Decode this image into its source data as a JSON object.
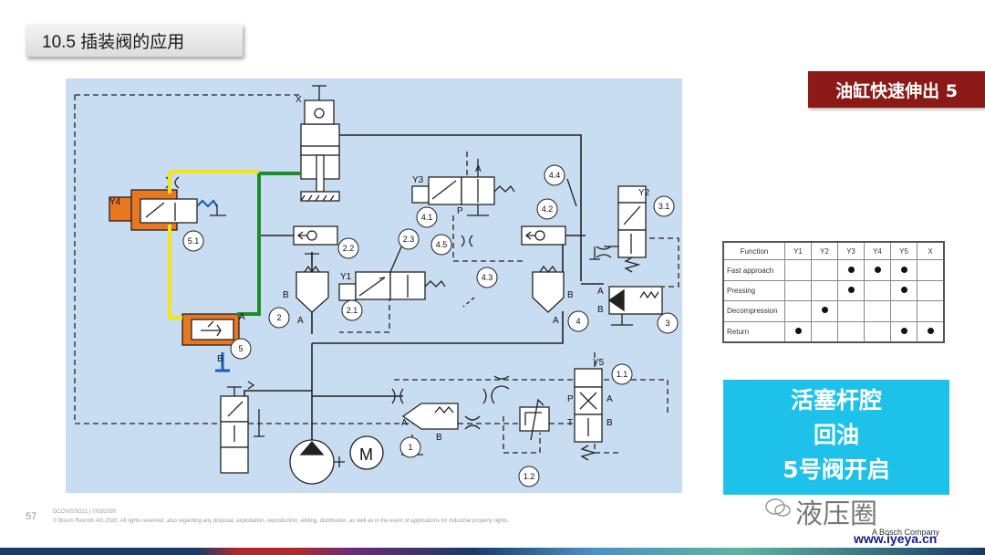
{
  "title": "10.5 插装阀的应用",
  "badge": "油缸快速伸出 5",
  "schematic": {
    "labels": {
      "x": "X",
      "y4": "Y4",
      "y1": "Y1",
      "y2": "Y2",
      "y3": "Y3",
      "y5": "Y5",
      "c5_1": "5.1",
      "c2_2": "2.2",
      "c2_3": "2.3",
      "c4_1": "4.1",
      "c4_5": "4.5",
      "c4_4": "4.4",
      "c4_2": "4.2",
      "c3_1": "3.1",
      "c2_1": "2.1",
      "c4_3": "4.3",
      "c2": "2",
      "c4": "4",
      "c3": "3",
      "c5": "5",
      "c1": "1",
      "c1_1": "1.1",
      "c1_2": "1.2",
      "a": "A",
      "b": "B",
      "p": "P",
      "t": "T",
      "m": "M"
    }
  },
  "function_table": {
    "headers": [
      "Function",
      "Y1",
      "Y2",
      "Y3",
      "Y4",
      "Y5",
      "X"
    ],
    "rows": [
      {
        "name": "Fast approach",
        "marks": [
          false,
          false,
          true,
          true,
          true,
          false
        ]
      },
      {
        "name": "Pressing",
        "marks": [
          false,
          false,
          true,
          false,
          true,
          false
        ]
      },
      {
        "name": "Decompression",
        "marks": [
          false,
          true,
          false,
          false,
          false,
          false
        ]
      },
      {
        "name": "Return",
        "marks": [
          true,
          false,
          false,
          false,
          true,
          true
        ]
      }
    ]
  },
  "info_box": {
    "line1": "活塞杆腔",
    "line2": "回油",
    "line3": "5号阀开启"
  },
  "footer": {
    "page": "57",
    "line1": "DCCN/SSO21 | ©03/2020",
    "line2": "© Bosch Rexroth AG 2020. All rights reserved, also regarding any disposal, exploitation, reproduction, editing, distribution, as well as in the event of applications for industrial property rights."
  },
  "watermark": {
    "text": "液压圈",
    "company": "A Bosch Company",
    "site": "www.iyeya.cn"
  },
  "colors": {
    "badge": "#8b1a17",
    "info_box": "#1ec1ea",
    "highlight_green": "#1e8c2a",
    "highlight_yellow": "#f5e514",
    "valve_orange": "#e87722",
    "schematic_bg": "#c8ddf1"
  }
}
